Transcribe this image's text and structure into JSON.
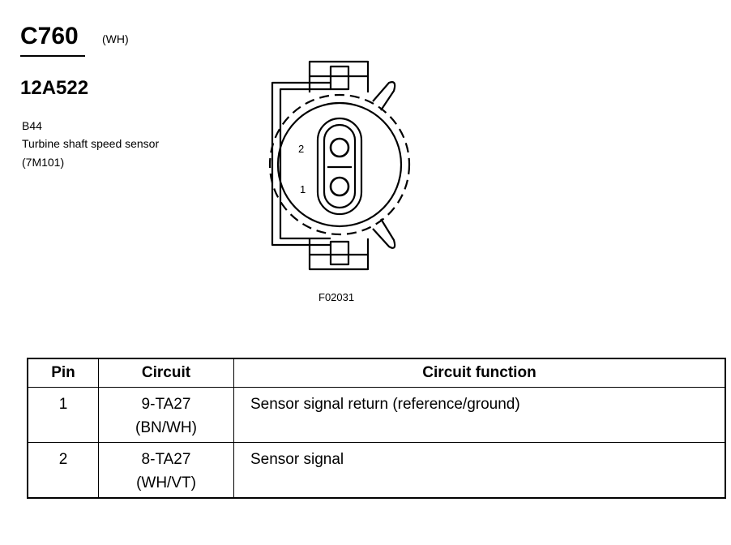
{
  "connector": {
    "id": "C760",
    "color": "(WH)",
    "part_number": "12A522"
  },
  "component": {
    "code": "B44",
    "description": "Turbine shaft speed sensor (7M101)"
  },
  "diagram": {
    "figure_id": "F02031",
    "pin_labels": [
      "2",
      "1"
    ]
  },
  "table": {
    "headers": [
      "Pin",
      "Circuit",
      "Circuit function"
    ],
    "rows": [
      {
        "pin": "1",
        "circuit": "9-TA27",
        "circuit_color": "(BN/WH)",
        "function": "Sensor signal return (reference/ground)"
      },
      {
        "pin": "2",
        "circuit": "8-TA27",
        "circuit_color": "(WH/VT)",
        "function": "Sensor signal"
      }
    ]
  }
}
